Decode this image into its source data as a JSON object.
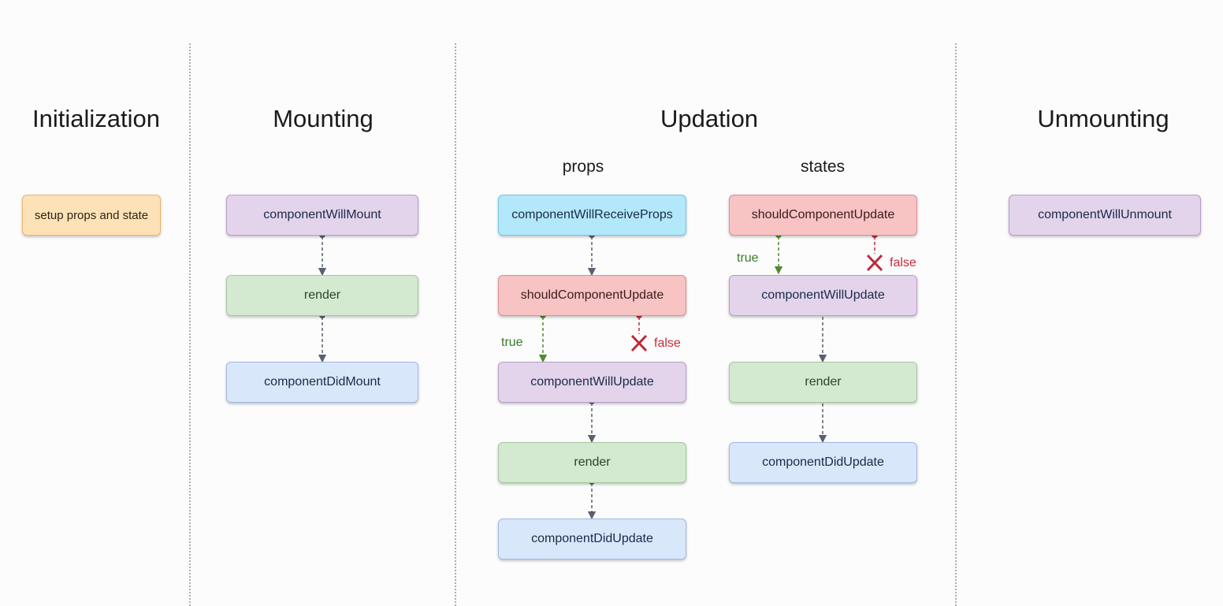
{
  "phases": {
    "initialization": {
      "title": "Initialization",
      "step": "setup props and state"
    },
    "mounting": {
      "title": "Mounting",
      "steps": [
        "componentWillMount",
        "render",
        "componentDidMount"
      ]
    },
    "updation": {
      "title": "Updation",
      "props": {
        "title": "props",
        "steps": [
          "componentWillReceiveProps",
          "shouldComponentUpdate",
          "componentWillUpdate",
          "render",
          "componentDidUpdate"
        ]
      },
      "states": {
        "title": "states",
        "steps": [
          "shouldComponentUpdate",
          "componentWillUpdate",
          "render",
          "componentDidUpdate"
        ]
      }
    },
    "unmounting": {
      "title": "Unmounting",
      "step": "componentWillUnmount"
    }
  },
  "labels": {
    "true": "true",
    "false": "false"
  },
  "colors": {
    "orange": "#fde2b8",
    "purple": "#e3d4ec",
    "green": "#d3ead0",
    "blue": "#d9e7fb",
    "cyan": "#b2e8f9",
    "red": "#f7c3c3",
    "true_arrow": "#4e8a2e",
    "false_arrow": "#c0283a",
    "arrow": "#5a6070"
  }
}
